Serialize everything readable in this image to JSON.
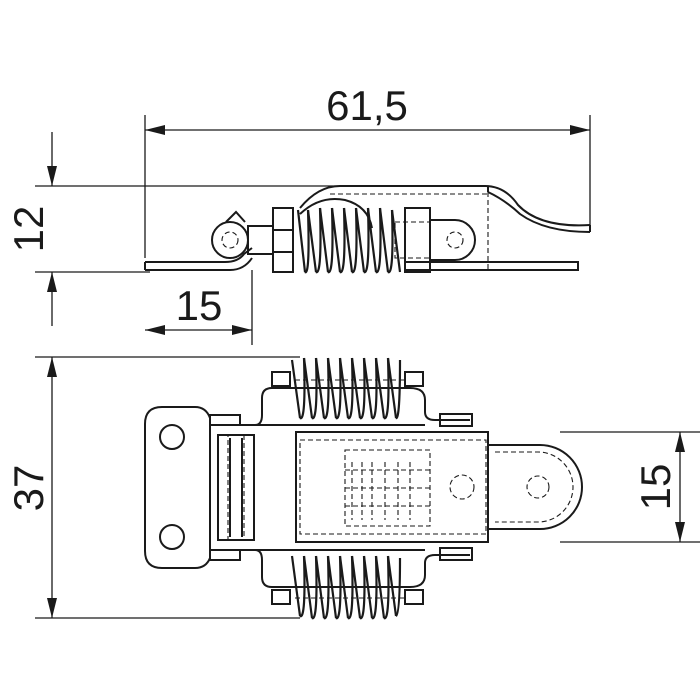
{
  "dimensions": {
    "overall_length": "61,5",
    "side_height": "12",
    "base_offset": "15",
    "total_width": "37",
    "hook_width": "15"
  },
  "colors": {
    "line": "#1a1a1a",
    "background": "#ffffff"
  }
}
